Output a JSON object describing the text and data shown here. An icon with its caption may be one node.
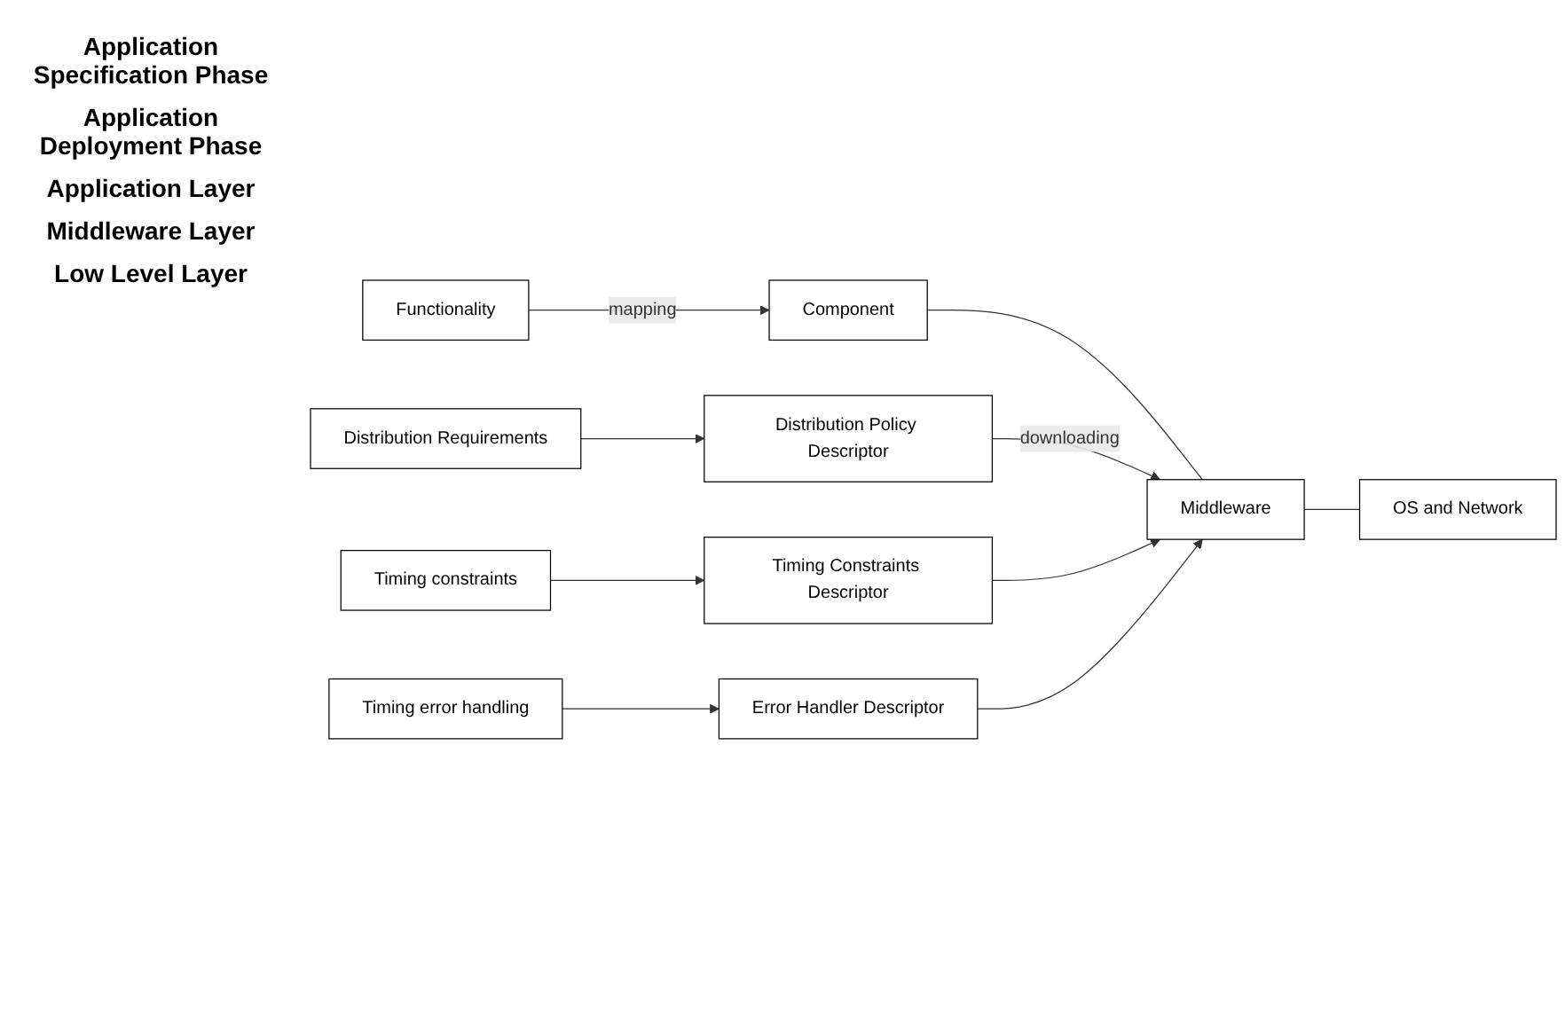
{
  "diagram": {
    "nodes": [
      {
        "text": [
          "Functionality"
        ]
      },
      {
        "text": [
          "Component"
        ]
      },
      {
        "text": [
          "Distribution Requirements"
        ]
      },
      {
        "text": [
          "Distribution Policy Descriptor"
        ]
      },
      {
        "text": [
          "Middleware"
        ]
      },
      {
        "text": [
          "Timing constraints"
        ]
      },
      {
        "text": [
          "Timing Constraints Descriptor"
        ]
      },
      {
        "text": [
          "Timing error handling"
        ]
      },
      {
        "text": [
          "Error Handler Descriptor"
        ]
      },
      {
        "text": [
          "OS and Network"
        ]
      }
    ],
    "edges": [
      {
        "from": 0,
        "to": 1,
        "arrow": "to",
        "label": "mapping"
      },
      {
        "from": 1,
        "to": 4,
        "arrow": "none"
      },
      {
        "from": 2,
        "to": 3,
        "arrow": "to"
      },
      {
        "from": 3,
        "to": 4,
        "arrow": "to",
        "label": "downloading"
      },
      {
        "from": 5,
        "to": 6,
        "arrow": "to"
      },
      {
        "from": 6,
        "to": 4,
        "arrow": "to"
      },
      {
        "from": 7,
        "to": 8,
        "arrow": "to"
      },
      {
        "from": 8,
        "to": 4,
        "arrow": "to"
      },
      {
        "from": 4,
        "to": 9,
        "arrow": "none"
      }
    ],
    "labels": [
      "Application Specification Phase",
      "Application Deployment Phase",
      "Application Layer",
      "Middleware Layer",
      "Low Level Layer"
    ]
  }
}
